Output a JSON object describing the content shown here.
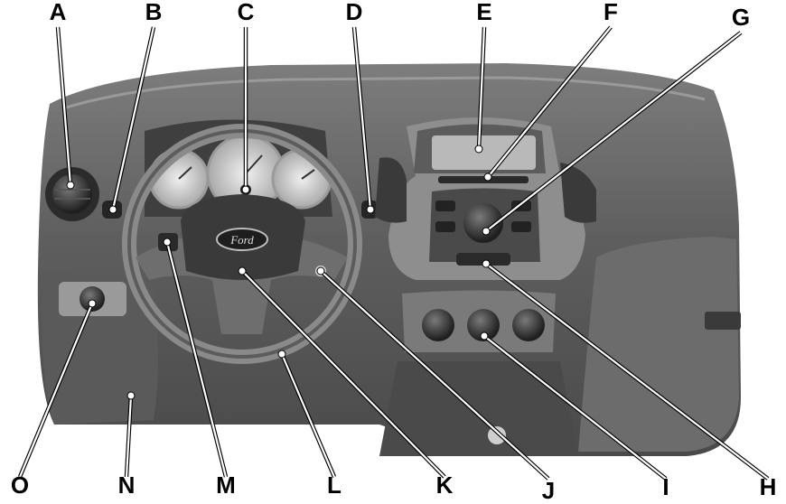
{
  "callouts": [
    {
      "key": "A"
    },
    {
      "key": "B"
    },
    {
      "key": "C"
    },
    {
      "key": "D"
    },
    {
      "key": "E"
    },
    {
      "key": "F"
    },
    {
      "key": "G"
    },
    {
      "key": "H"
    },
    {
      "key": "I"
    },
    {
      "key": "J"
    },
    {
      "key": "K"
    },
    {
      "key": "L"
    },
    {
      "key": "M"
    },
    {
      "key": "N"
    },
    {
      "key": "O"
    }
  ],
  "logo": {
    "text": "Ford"
  },
  "colors": {
    "dash_dark": "#4f4f4f",
    "dash_mid": "#6a6a6a",
    "dash_light": "#8c8c8c",
    "gauge_face": "#d9d9d9",
    "leader": "#ffffff",
    "label": "#000000"
  }
}
